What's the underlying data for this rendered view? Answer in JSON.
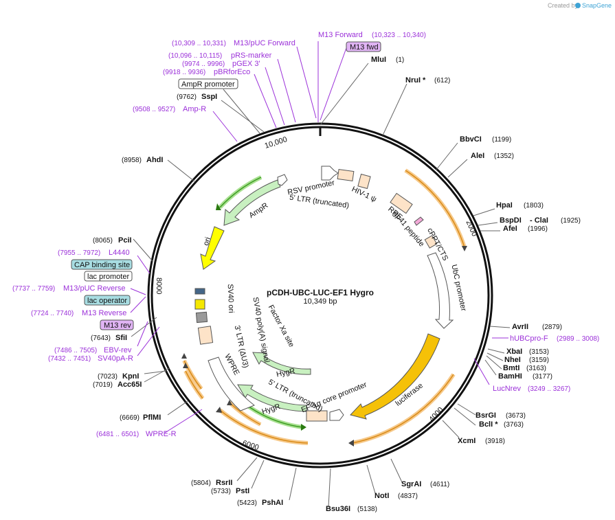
{
  "credit": {
    "prefix": "Created by",
    "brand": "SnapGene"
  },
  "chart_data": {
    "type": "plasmid-map",
    "title": "pCDH-UBC-LUC-EF1 Hygro",
    "size_label": "10,349 bp",
    "length": 10349,
    "ticks": [
      "2000",
      "4000",
      "6000",
      "8000",
      "10,000"
    ],
    "features": [
      {
        "name": "HIV-1 ψ",
        "color": "#fde3c8"
      },
      {
        "name": "RRE",
        "color": "#fde3c8"
      },
      {
        "name": "gp41 peptide",
        "color": "#fde3c8"
      },
      {
        "name": "cPPT/CTS",
        "color": "#fde3c8"
      },
      {
        "name": "UbC promoter",
        "color": "#ffffff"
      },
      {
        "name": "luciferase",
        "color": "#f5c108"
      },
      {
        "name": "EF-1α core promoter",
        "color": "#ffffff"
      },
      {
        "name": "HygR",
        "color": "#c8f0c0"
      },
      {
        "name": "Factor Xa site",
        "color": "#ffffff"
      },
      {
        "name": "5' LTR (truncated)",
        "color": "#fde3c8"
      },
      {
        "name": "WPRE",
        "color": "#ffffff"
      },
      {
        "name": "3' LTR (ΔU3)",
        "color": "#fde3c8"
      },
      {
        "name": "SV40 poly(A) signal",
        "color": "#f5e800"
      },
      {
        "name": "SV40 ori",
        "color": "#9a9a9a"
      },
      {
        "name": "ori",
        "color": "#ffff00"
      },
      {
        "name": "AmpR",
        "color": "#c8f0c0"
      },
      {
        "name": "AmpR promoter",
        "color": "#ffffff"
      },
      {
        "name": "RSV promoter",
        "color": "#ffffff"
      }
    ],
    "sites": [
      {
        "name": "MluI",
        "pos": "(1)"
      },
      {
        "name": "NruI *",
        "pos": "(612)"
      },
      {
        "name": "BbvCI",
        "pos": "(1199)"
      },
      {
        "name": "AleI",
        "pos": "(1352)"
      },
      {
        "name": "HpaI",
        "pos": "(1803)"
      },
      {
        "name": "BspDI",
        "pos": "(1925)",
        "extra": "- ClaI"
      },
      {
        "name": "AfeI",
        "pos": "(1996)"
      },
      {
        "name": "AvrII",
        "pos": "(2879)"
      },
      {
        "name": "XbaI",
        "pos": "(3153)"
      },
      {
        "name": "NheI",
        "pos": "(3159)"
      },
      {
        "name": "BmtI",
        "pos": "(3163)"
      },
      {
        "name": "BamHI",
        "pos": "(3177)"
      },
      {
        "name": "BsrGI",
        "pos": "(3673)"
      },
      {
        "name": "BclI *",
        "pos": "(3763)"
      },
      {
        "name": "XcmI",
        "pos": "(3918)"
      },
      {
        "name": "SgrAI",
        "pos": "(4611)"
      },
      {
        "name": "NotI",
        "pos": "(4837)"
      },
      {
        "name": "Bsu36I",
        "pos": "(5138)"
      },
      {
        "name": "PshAI",
        "pos": "(5423)"
      },
      {
        "name": "PstI",
        "pos": "(5733)"
      },
      {
        "name": "RsrII",
        "pos": "(5804)"
      },
      {
        "name": "PflMI",
        "pos": "(6669)"
      },
      {
        "name": "Acc65I",
        "pos": "(7019)"
      },
      {
        "name": "KpnI",
        "pos": "(7023)"
      },
      {
        "name": "SfiI",
        "pos": "(7643)"
      },
      {
        "name": "PciI",
        "pos": "(8065)"
      },
      {
        "name": "AhdI",
        "pos": "(8958)"
      },
      {
        "name": "SspI",
        "pos": "(9762)"
      }
    ],
    "primers": [
      {
        "name": "M13 Forward",
        "pos": "(10,323 .. 10,340)"
      },
      {
        "name": "M13 fwd",
        "boxed": true
      },
      {
        "name": "M13/pUC Forward",
        "pos": "(10,309 .. 10,331)"
      },
      {
        "name": "pRS-marker",
        "pos": "(10,096 .. 10,115)"
      },
      {
        "name": "pGEX 3'",
        "pos": "(9974 .. 9996)"
      },
      {
        "name": "pBRforEco",
        "pos": "(9918 .. 9936)"
      },
      {
        "name": "Amp-R",
        "pos": "(9508 .. 9527)"
      },
      {
        "name": "hUBCpro-F",
        "pos": "(2989 .. 3008)"
      },
      {
        "name": "LucNrev",
        "pos": "(3249 .. 3267)"
      },
      {
        "name": "WPRE-R",
        "pos": "(6481 .. 6501)"
      },
      {
        "name": "L4440",
        "pos": "(7955 .. 7972)"
      },
      {
        "name": "M13/pUC Reverse",
        "pos": "(7737 .. 7759)"
      },
      {
        "name": "M13 Reverse",
        "pos": "(7724 .. 7740)"
      },
      {
        "name": "M13 rev",
        "boxed": true
      },
      {
        "name": "EBV-rev",
        "pos": "(7486 .. 7505)"
      },
      {
        "name": "SV40pA-R",
        "pos": "(7432 .. 7451)"
      }
    ],
    "boxed_features": [
      {
        "name": "AmpR promoter"
      },
      {
        "name": "CAP binding site"
      },
      {
        "name": "lac promoter"
      },
      {
        "name": "lac operator"
      }
    ]
  }
}
